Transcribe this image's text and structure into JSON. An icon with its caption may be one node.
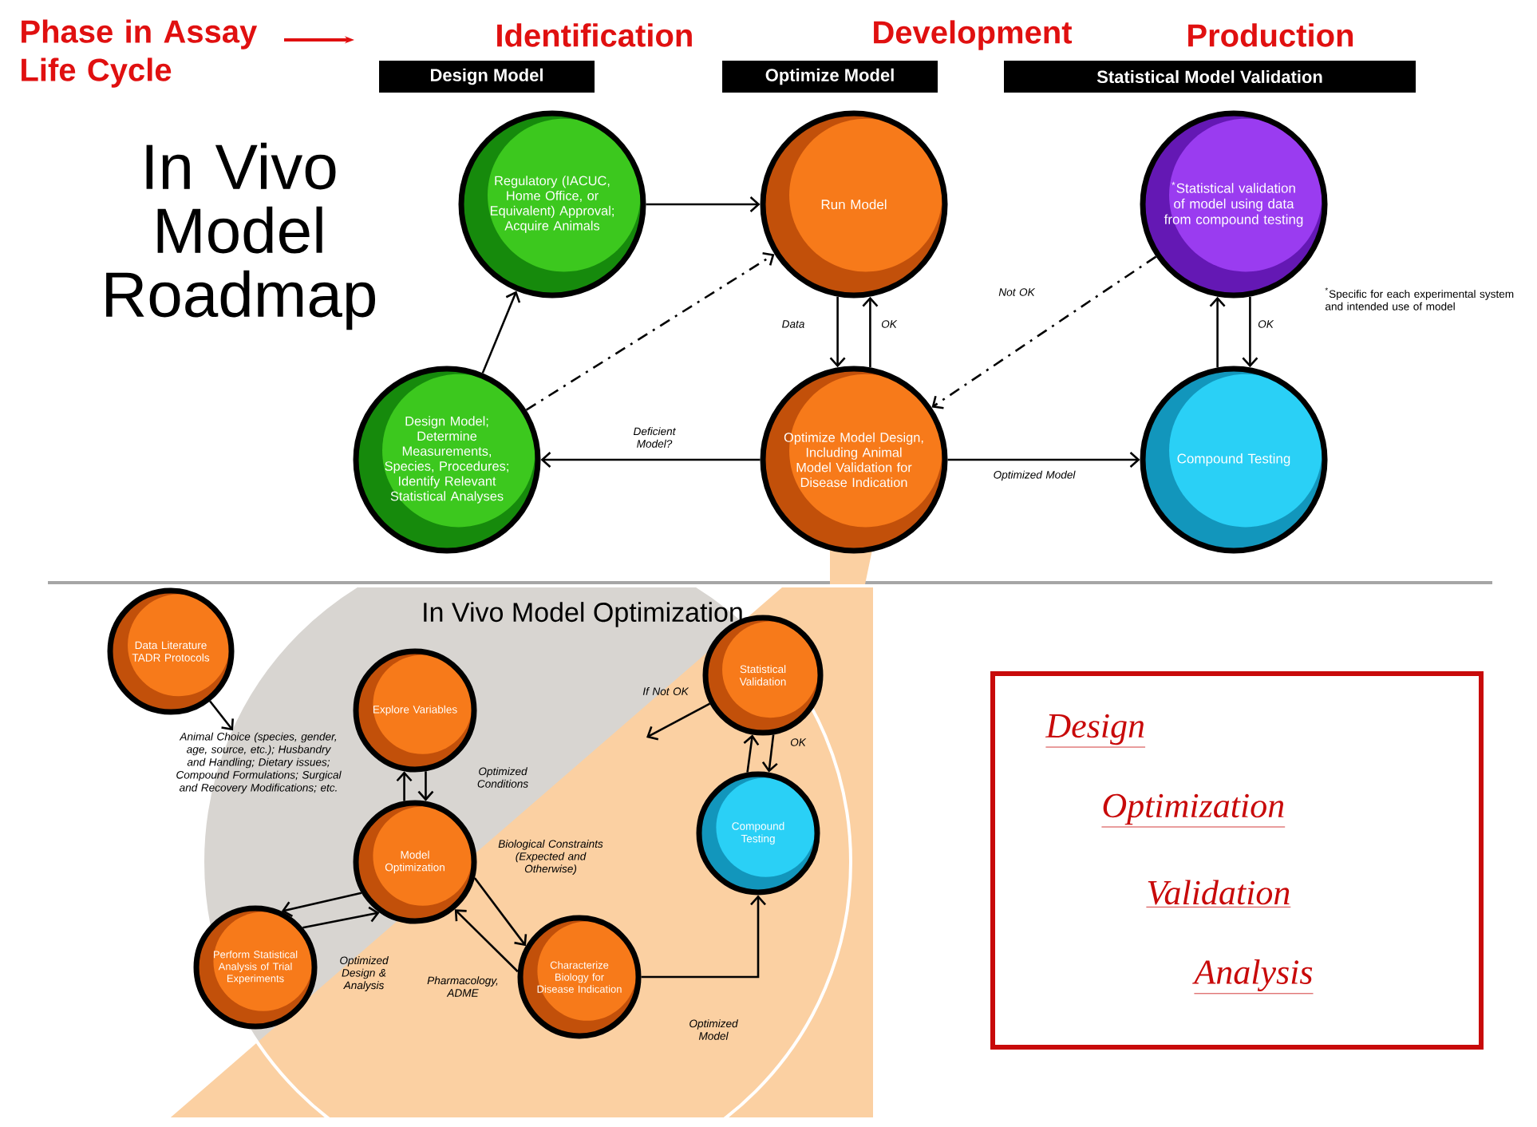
{
  "diagram": {
    "title": "In Vivo Model Roadmap",
    "nodes": [
      {
        "text": [
          "Design Model"
        ]
      },
      {
        "text": [
          "Optimize Model"
        ]
      },
      {
        "text": [
          "Statistical Model Validation"
        ]
      },
      {
        "text": [
          "Regulatory (IACUC, Home Office, or Equivalent) Approval; Acquire Animals"
        ]
      },
      {
        "text": [
          "Run Model"
        ]
      },
      {
        "text": [
          "$^{*}$Statistical validation of model using data from compound testing"
        ],
        "beside": [
          "$^{*}$Specific for each experimental system and intended use of model"
        ]
      },
      {
        "text": [
          "Design Model; Determine Measurements, Species, Procedures; Identify Relevant Statistical Analyses"
        ]
      },
      {
        "text": [
          "Optimize Model Design, Including Animal Model Validation for Disease Indication"
        ]
      },
      {
        "text": [
          "Compound Testing"
        ]
      },
      {
        "text": [
          "Data Literature TADR Protocols"
        ]
      },
      {
        "text": [
          "Explore Variables"
        ]
      },
      {
        "text": [
          "Model Optimization"
        ]
      },
      {
        "text": [
          "Perform Statistical Analysis of Trial Experiments"
        ]
      },
      {
        "text": [
          "Characterize Biology for Disease Indication"
        ]
      },
      {
        "text": [
          "Statistical Validation"
        ]
      },
      {
        "text": [
          "Compound Testing"
        ]
      },
      {
        "text": [
          "Animal Choice (species, gender, age, source, etc.); Husbandry and Handling; Dietary issues; Compound Formulations; Surgical and Recovery Modifications; etc."
        ]
      },
      {
        "text": [
          "Design",
          "Optimization",
          "Validation",
          "Analysis"
        ]
      }
    ],
    "edges": [
      {
        "from": 6,
        "to": 3,
        "arrow": "to"
      },
      {
        "from": 3,
        "to": 4,
        "arrow": "to"
      },
      {
        "from": 6,
        "to": 4,
        "arrow": "to",
        "style": "dashed"
      },
      {
        "from": 4,
        "to": 7,
        "arrow": "to",
        "label": "Data"
      },
      {
        "from": 7,
        "to": 4,
        "arrow": "to",
        "label": "OK"
      },
      {
        "from": 5,
        "to": 7,
        "arrow": "to",
        "style": "dashed",
        "label": "Not OK"
      },
      {
        "from": 7,
        "to": 6,
        "arrow": "to",
        "label": "Deficient Model?"
      },
      {
        "from": 7,
        "to": 8,
        "arrow": "to",
        "label": "Optimized Model"
      },
      {
        "from": 8,
        "to": 5,
        "arrow": "to"
      },
      {
        "from": 5,
        "to": 8,
        "arrow": "to",
        "label": "OK"
      },
      {
        "from": 9,
        "to": 16,
        "arrow": "to"
      },
      {
        "from": 11,
        "to": 10,
        "arrow": "to"
      },
      {
        "from": 10,
        "to": 11,
        "arrow": "to",
        "label": "Optimized Conditions"
      },
      {
        "from": 11,
        "to": 12,
        "arrow": "to"
      },
      {
        "from": 12,
        "to": 11,
        "arrow": "to",
        "label": "Optimized Design & Analysis"
      },
      {
        "from": 11,
        "to": 13,
        "arrow": "to",
        "label": "Biological Constraints (Expected and Otherwise)"
      },
      {
        "from": 13,
        "to": 11,
        "arrow": "to",
        "label": "Pharmacology, ADME"
      },
      {
        "from": 13,
        "to": 15,
        "arrow": "to",
        "label": "Optimized Model"
      },
      {
        "from": 15,
        "to": 14,
        "arrow": "to"
      },
      {
        "from": 14,
        "to": 15,
        "arrow": "to",
        "label": "OK"
      },
      {
        "from": 14,
        "to": null,
        "arrow": "to",
        "label": "If Not OK"
      }
    ],
    "labels": [
      "Phase in Assay Life Cycle",
      "Identification",
      "Development",
      "Production",
      "In Vivo Model Optimization"
    ]
  }
}
